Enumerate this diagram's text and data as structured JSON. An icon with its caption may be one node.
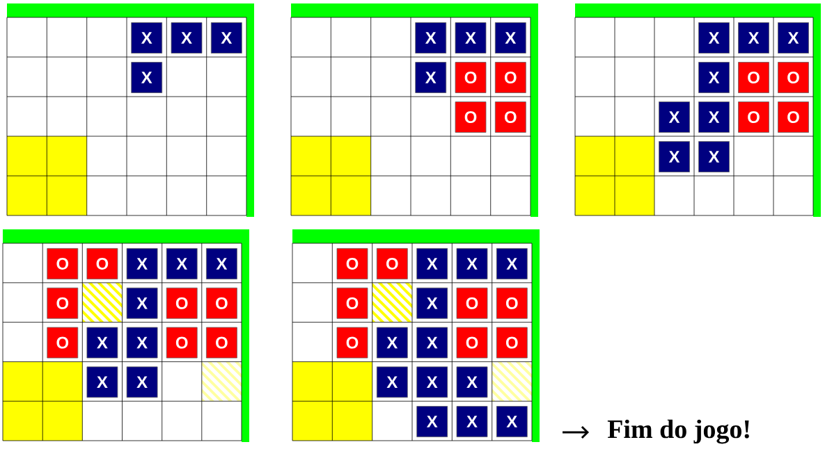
{
  "diagram": {
    "nodes": [
      {
        "text": [],
        "shape": "grid"
      },
      {
        "text": [
          "X"
        ],
        "in": 0
      },
      {
        "text": [
          "X"
        ],
        "in": 0
      },
      {
        "text": [
          "X"
        ],
        "in": 0
      },
      {
        "text": [
          "X"
        ],
        "in": 0
      },
      {
        "text": [],
        "shape": "grid"
      },
      {
        "text": [
          "X"
        ],
        "in": 5
      },
      {
        "text": [
          "X"
        ],
        "in": 5
      },
      {
        "text": [
          "X"
        ],
        "in": 5
      },
      {
        "text": [
          "X"
        ],
        "in": 5
      },
      {
        "text": [
          "O"
        ],
        "in": 5
      },
      {
        "text": [
          "O"
        ],
        "in": 5
      },
      {
        "text": [
          "O"
        ],
        "in": 5
      },
      {
        "text": [
          "O"
        ],
        "in": 5
      },
      {
        "text": [],
        "shape": "grid"
      },
      {
        "text": [
          "X"
        ],
        "in": 14
      },
      {
        "text": [
          "X"
        ],
        "in": 14
      },
      {
        "text": [
          "X"
        ],
        "in": 14
      },
      {
        "text": [
          "X"
        ],
        "in": 14
      },
      {
        "text": [
          "O"
        ],
        "in": 14
      },
      {
        "text": [
          "O"
        ],
        "in": 14
      },
      {
        "text": [
          "X"
        ],
        "in": 14
      },
      {
        "text": [
          "X"
        ],
        "in": 14
      },
      {
        "text": [
          "O"
        ],
        "in": 14
      },
      {
        "text": [
          "O"
        ],
        "in": 14
      },
      {
        "text": [
          "X"
        ],
        "in": 14
      },
      {
        "text": [
          "X"
        ],
        "in": 14
      },
      {
        "text": [],
        "shape": "grid"
      },
      {
        "text": [
          "O"
        ],
        "in": 27
      },
      {
        "text": [
          "O"
        ],
        "in": 27
      },
      {
        "text": [
          "X"
        ],
        "in": 27
      },
      {
        "text": [
          "X"
        ],
        "in": 27
      },
      {
        "text": [
          "X"
        ],
        "in": 27
      },
      {
        "text": [
          "O"
        ],
        "in": 27
      },
      {
        "text": [
          "X"
        ],
        "in": 27
      },
      {
        "text": [
          "O"
        ],
        "in": 27
      },
      {
        "text": [
          "O"
        ],
        "in": 27
      },
      {
        "text": [
          "O"
        ],
        "in": 27
      },
      {
        "text": [
          "X"
        ],
        "in": 27
      },
      {
        "text": [
          "X"
        ],
        "in": 27
      },
      {
        "text": [
          "O"
        ],
        "in": 27
      },
      {
        "text": [
          "O"
        ],
        "in": 27
      },
      {
        "text": [
          "X"
        ],
        "in": 27
      },
      {
        "text": [
          "X"
        ],
        "in": 27
      },
      {
        "text": [],
        "shape": "grid"
      },
      {
        "text": [
          "O"
        ],
        "in": 44
      },
      {
        "text": [
          "O"
        ],
        "in": 44
      },
      {
        "text": [
          "X"
        ],
        "in": 44
      },
      {
        "text": [
          "X"
        ],
        "in": 44
      },
      {
        "text": [
          "X"
        ],
        "in": 44
      },
      {
        "text": [
          "O"
        ],
        "in": 44
      },
      {
        "text": [
          "X"
        ],
        "in": 44
      },
      {
        "text": [
          "O"
        ],
        "in": 44
      },
      {
        "text": [
          "O"
        ],
        "in": 44
      },
      {
        "text": [
          "O"
        ],
        "in": 44
      },
      {
        "text": [
          "X"
        ],
        "in": 44
      },
      {
        "text": [
          "X"
        ],
        "in": 44
      },
      {
        "text": [
          "O"
        ],
        "in": 44
      },
      {
        "text": [
          "O"
        ],
        "in": 44
      },
      {
        "text": [
          "X"
        ],
        "in": 44
      },
      {
        "text": [
          "X"
        ],
        "in": 44
      },
      {
        "text": [
          "X"
        ],
        "in": 44
      },
      {
        "text": [
          "X"
        ],
        "in": 44
      },
      {
        "text": [
          "X"
        ],
        "in": 44
      },
      {
        "text": [
          "X"
        ],
        "in": 44
      }
    ],
    "labels": [
      "Fim do jogo!"
    ]
  }
}
